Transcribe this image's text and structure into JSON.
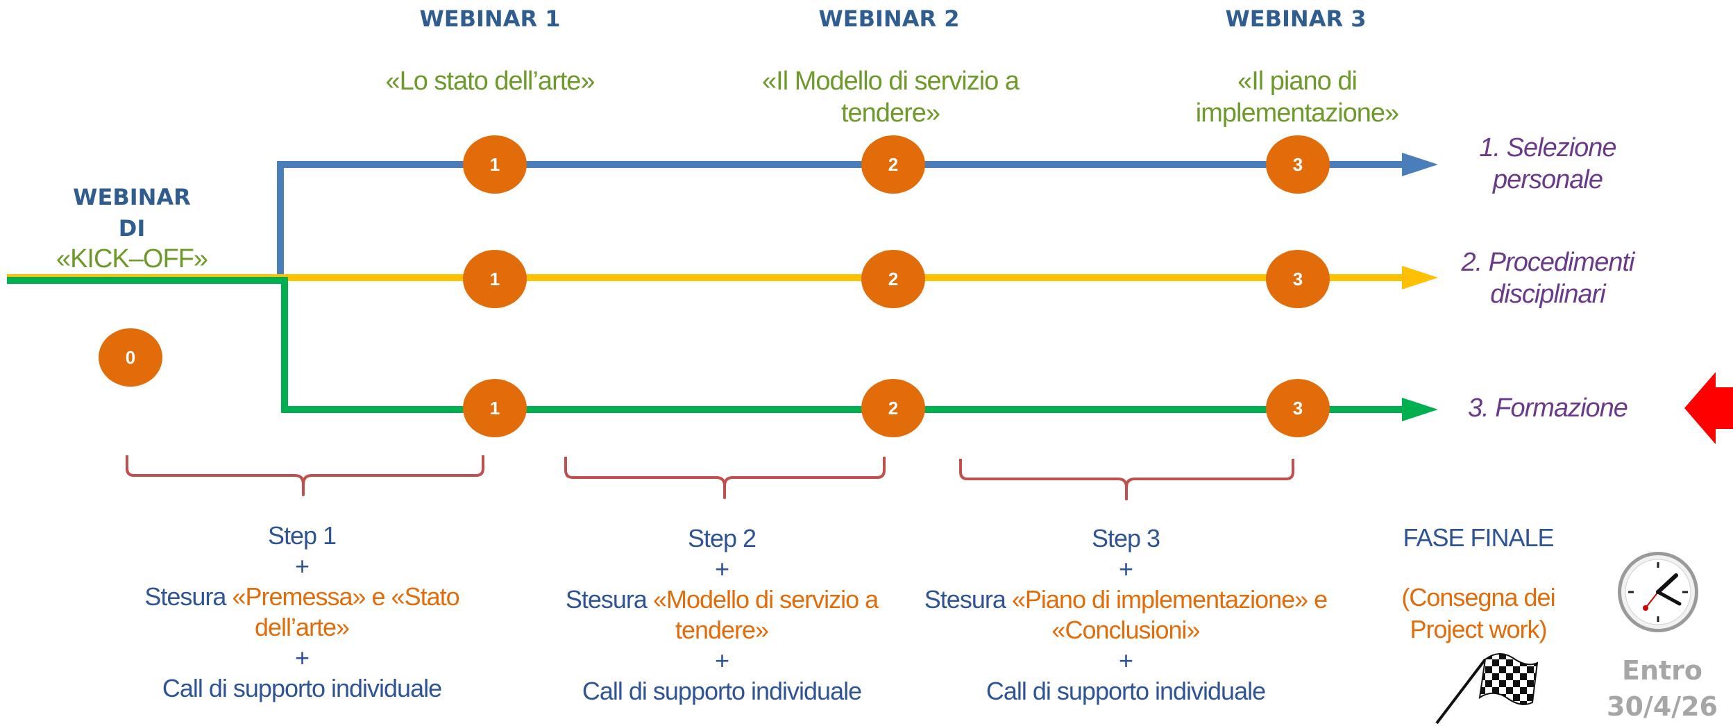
{
  "webinars": [
    {
      "title": "WEBINAR 1",
      "subtitle": "«Lo stato dell’arte»"
    },
    {
      "title": "WEBINAR 2",
      "subtitle_line1": "«Il Modello di servizio a",
      "subtitle_line2": "tendere»"
    },
    {
      "title": "WEBINAR 3",
      "subtitle_line1": "«Il piano di",
      "subtitle_line2": "implementazione»"
    }
  ],
  "kickoff": {
    "line1": "WEBINAR",
    "line2": "DI",
    "line3": "«KICK–OFF»",
    "milestone": "0"
  },
  "tracks": [
    {
      "label_line1": "1. Selezione",
      "label_line2": "personale",
      "color": "#4a7ebb"
    },
    {
      "label_line1": "2. Procedimenti",
      "label_line2": "disciplinari",
      "color": "#ffc000"
    },
    {
      "label_line1": "3.  Formazione",
      "color": "#00b050"
    }
  ],
  "milestones": [
    "1",
    "2",
    "3"
  ],
  "steps": [
    {
      "title": "Step 1",
      "plus": "+",
      "prefix": "Stesura ",
      "highlight": "«Premessa» e «Stato",
      "highlight2": "dell’arte»",
      "call": "Call di supporto individuale"
    },
    {
      "title": "Step 2",
      "plus": "+",
      "prefix": "Stesura ",
      "highlight": "«Modello di servizio a",
      "highlight2": "tendere»",
      "call": "Call di supporto individuale"
    },
    {
      "title": "Step 3",
      "plus": "+",
      "prefix": "Stesura  ",
      "highlight": "«Piano di implementazione» e",
      "highlight2": "«Conclusioni»",
      "call": "Call di supporto individuale"
    }
  ],
  "final": {
    "title": "FASE FINALE",
    "line1": "(Consegna dei",
    "line2": "Project work)"
  },
  "deadline": {
    "line1": "Entro",
    "line2": "30/4/26"
  },
  "colors": {
    "milestone": "#e36c0a",
    "brace": "#c0504d",
    "pointer": "#ff0000"
  }
}
